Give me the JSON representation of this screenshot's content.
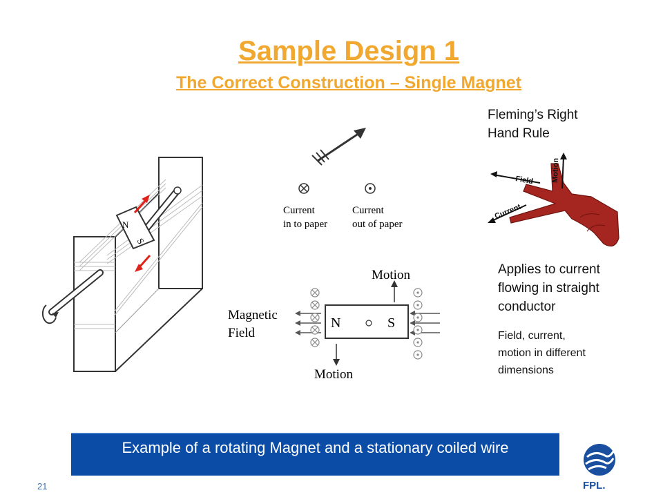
{
  "slide": {
    "title": "Sample Design 1",
    "subtitle": "The Correct Construction – Single Magnet",
    "page_number": "21",
    "title_color": "#f0a830",
    "banner_color": "#0b4da6"
  },
  "right_hand_rule": {
    "heading_line1": "Fleming’s Right",
    "heading_line2": "Hand Rule",
    "label_field": "Field",
    "label_motion": "Motion",
    "label_current": "Current",
    "note_line1": "Applies to current",
    "note_line2": "flowing in straight",
    "note_line3": "conductor",
    "detail_line1": "Field, current,",
    "detail_line2": "motion in different",
    "detail_line3": "dimensions"
  },
  "generator_diagram": {
    "pole_n": "N",
    "pole_s": "S"
  },
  "legend": {
    "into_line1": "Current",
    "into_line2": "in to paper",
    "out_line1": "Current",
    "out_line2": "out of paper"
  },
  "field_diagram": {
    "motion_top": "Motion",
    "motion_bottom": "Motion",
    "field_line1": "Magnetic",
    "field_line2": "Field",
    "pole_n": "N",
    "pole_s": "S"
  },
  "banner": {
    "text": "Example of a rotating Magnet and a stationary coiled wire"
  },
  "logo": {
    "text": "FPL."
  }
}
